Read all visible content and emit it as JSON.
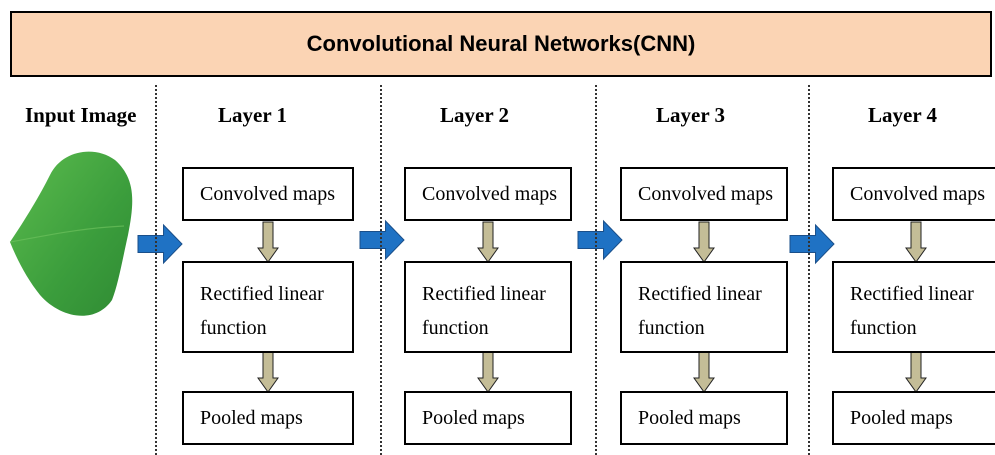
{
  "title": "Convolutional Neural Networks(CNN)",
  "input": {
    "title": "Input Image",
    "image": "green-leaf"
  },
  "layers": [
    {
      "title": "Layer 1",
      "convolved": "Convolved maps",
      "relu": "Rectified linear\nfunction",
      "pooled": "Pooled maps"
    },
    {
      "title": "Layer 2",
      "convolved": "Convolved maps",
      "relu": "Rectified linear\nfunction",
      "pooled": "Pooled maps"
    },
    {
      "title": "Layer 3",
      "convolved": "Convolved maps",
      "relu": "Rectified linear\nfunction",
      "pooled": "Pooled maps"
    },
    {
      "title": "Layer 4",
      "convolved": "Convolved maps",
      "relu": "Rectified linear\nfunction",
      "pooled": "Pooled maps"
    }
  ],
  "colors": {
    "banner_bg": "#fbd4b4",
    "flow_arrow": "#1f72c4",
    "down_arrow": "#c4bd97",
    "leaf": "#3fa33f"
  }
}
